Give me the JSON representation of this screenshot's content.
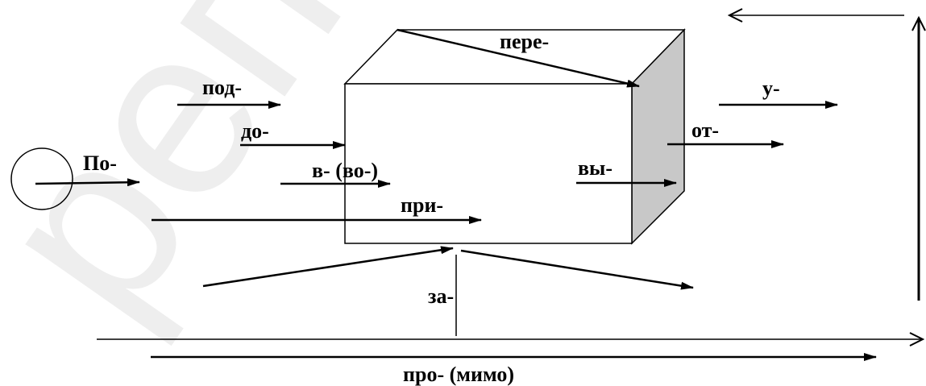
{
  "watermark": "репо",
  "labels": {
    "po": "По-",
    "pod": "под-",
    "do": "до-",
    "v_vo": "в- (во-)",
    "pri": "при-",
    "pere": "пере-",
    "vy": "вы-",
    "ot": "от-",
    "u": "у-",
    "za": "за-",
    "pro_mimo": "про- (мимо)"
  },
  "colors": {
    "stroke": "#000000",
    "box_side": "#c8c8c8",
    "watermark": "#eeeeee"
  }
}
